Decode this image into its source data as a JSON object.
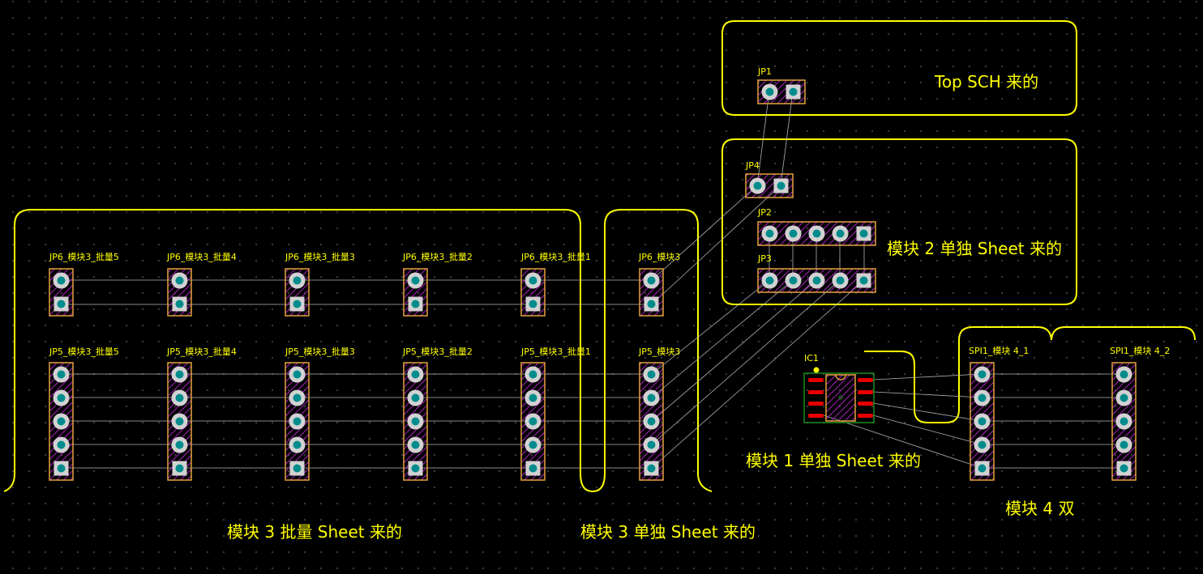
{
  "colors": {
    "background": "#000000",
    "outline": "#ffff00",
    "ratsnest": "#b4b4b4",
    "pad_fill": "#d2d2d2",
    "pad_hole": "#008c8c",
    "courtyard": "#e6a23c",
    "hatch": "#a01eb4",
    "smd_pad": "#e60000",
    "ic_outline": "#1e8c1e"
  },
  "notes": {
    "top_sch": "Top SCH 来的",
    "module2": "模块 2 单独 Sheet 来的",
    "module1": "模块 1 单独 Sheet 来的",
    "module4": "模块 4 双",
    "module3_batch": "模块 3 批量 Sheet 来的",
    "module3_single": "模块 3 单独 Sheet 来的"
  },
  "designators": {
    "jp1": "JP1",
    "jp4": "JP4",
    "jp2": "JP2",
    "jp3": "JP3",
    "ic1": "IC1",
    "spi1_1": "SPI1_模块 4_1",
    "spi1_2": "SPI1_模块 4_2",
    "jp6": [
      "JP6_模块3_批量5",
      "JP6_模块3_批量4",
      "JP6_模块3_批量3",
      "JP6_模块3_批量2",
      "JP6_模块3_批量1",
      "JP6_模块3"
    ],
    "jp5": [
      "JP5_模块3_批量5",
      "JP5_模块3_批量4",
      "JP5_模块3_批量3",
      "JP5_模块3_批量2",
      "JP5_模块3_批量1",
      "JP5_模块3"
    ]
  }
}
